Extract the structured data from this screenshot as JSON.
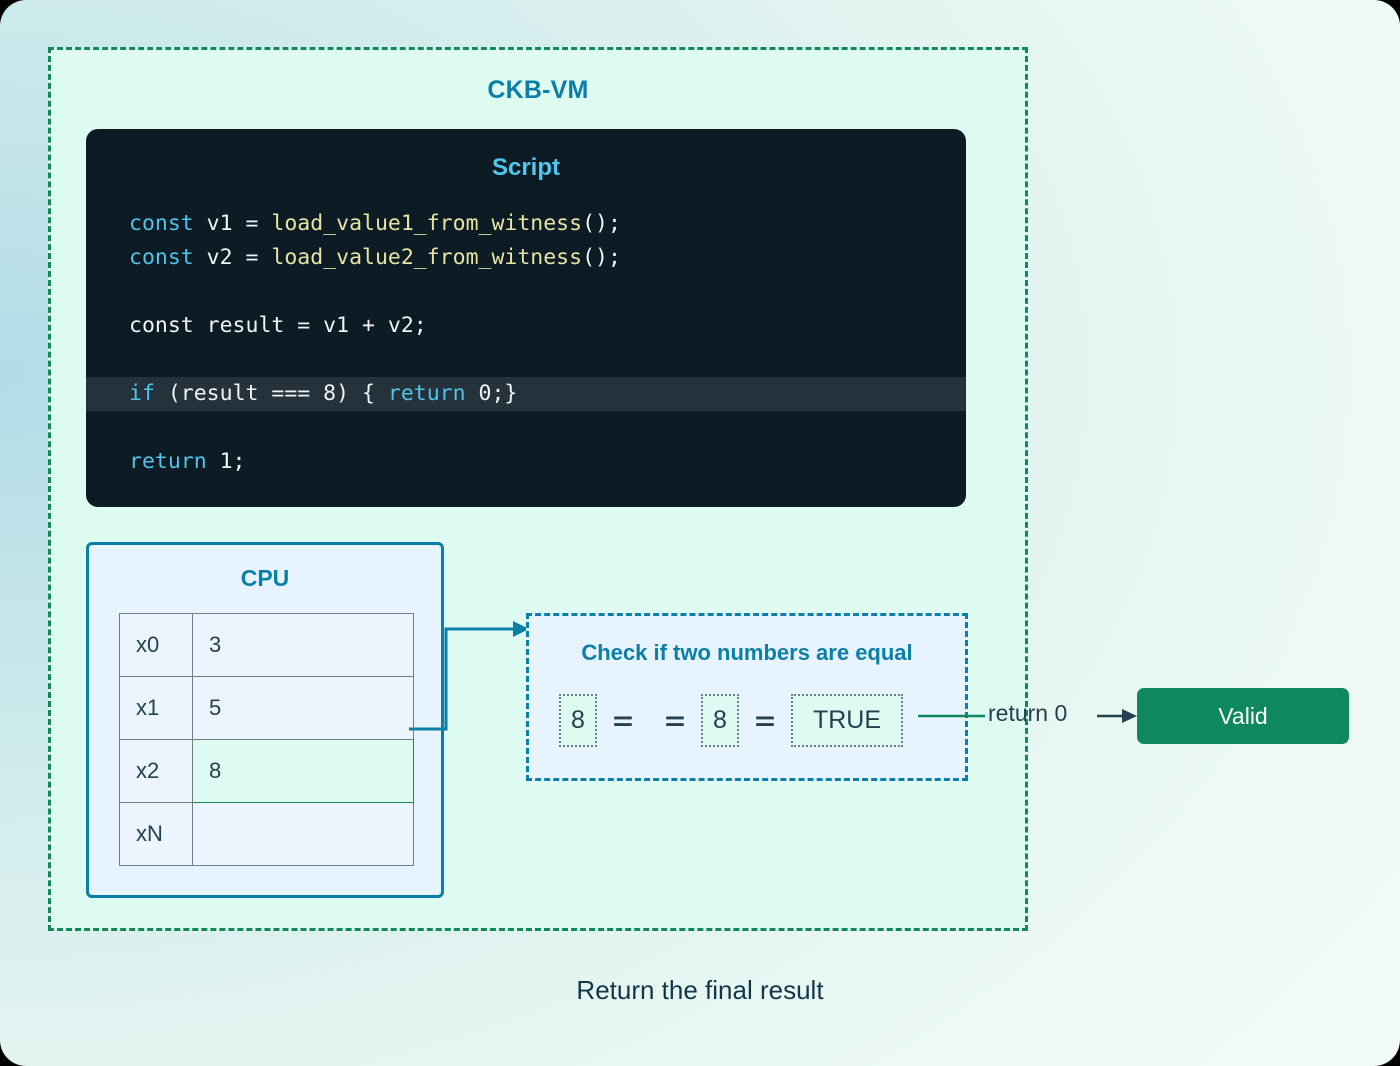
{
  "vm": {
    "title": "CKB-VM"
  },
  "script": {
    "title": "Script",
    "lines": [
      {
        "parts": [
          {
            "t": "const ",
            "c": "kw"
          },
          {
            "t": "v1 = ",
            "c": "pl"
          },
          {
            "t": "load_value1_from_witness",
            "c": "fn"
          },
          {
            "t": "();",
            "c": "pl"
          }
        ],
        "highlight": false
      },
      {
        "parts": [
          {
            "t": "const ",
            "c": "kw"
          },
          {
            "t": "v2 = ",
            "c": "pl"
          },
          {
            "t": "load_value2_from_witness",
            "c": "fn"
          },
          {
            "t": "();",
            "c": "pl"
          }
        ],
        "highlight": false
      },
      {
        "parts": [
          {
            "t": " ",
            "c": "pl"
          }
        ],
        "highlight": false
      },
      {
        "parts": [
          {
            "t": "const result = v1 + v2;",
            "c": "pl"
          }
        ],
        "highlight": false
      },
      {
        "parts": [
          {
            "t": " ",
            "c": "pl"
          }
        ],
        "highlight": false
      },
      {
        "parts": [
          {
            "t": "if ",
            "c": "kw"
          },
          {
            "t": "(result === 8) { ",
            "c": "pl"
          },
          {
            "t": "return ",
            "c": "kw"
          },
          {
            "t": "0;}",
            "c": "pl"
          }
        ],
        "highlight": true
      },
      {
        "parts": [
          {
            "t": " ",
            "c": "pl"
          }
        ],
        "highlight": false
      },
      {
        "parts": [
          {
            "t": "return ",
            "c": "kw"
          },
          {
            "t": "1;",
            "c": "pl"
          }
        ],
        "highlight": false
      }
    ]
  },
  "cpu": {
    "title": "CPU",
    "registers": [
      {
        "name": "x0",
        "value": "3",
        "highlight": false
      },
      {
        "name": "x1",
        "value": "5",
        "highlight": false
      },
      {
        "name": "x2",
        "value": "8",
        "highlight": true
      },
      {
        "name": "xN",
        "value": "",
        "highlight": false
      }
    ]
  },
  "check": {
    "title": "Check if two numbers are equal",
    "tokens": [
      {
        "kind": "box",
        "text": "8"
      },
      {
        "kind": "eq",
        "text": "="
      },
      {
        "kind": "eq",
        "text": "="
      },
      {
        "kind": "box",
        "text": "8"
      },
      {
        "kind": "eq",
        "text": "="
      },
      {
        "kind": "boxw",
        "text": "TRUE"
      }
    ]
  },
  "output": {
    "return_label": "return 0",
    "valid_label": "Valid"
  },
  "caption": "Return the final result",
  "colors": {
    "accent_blue": "#0c7fa8",
    "accent_cyan": "#4ec8f0",
    "accent_green": "#10885d",
    "dashed_green": "#14875b",
    "code_bg": "#0d1b25",
    "panel_mint": "#ddfbf0",
    "panel_blue": "#e8f4fd"
  }
}
